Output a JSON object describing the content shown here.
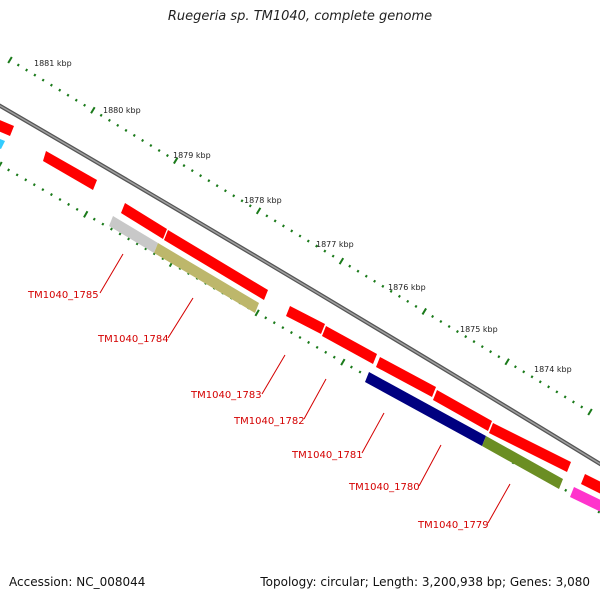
{
  "title": "Ruegeria sp. TM1040, complete genome",
  "footer": {
    "accession": "Accession: NC_008044",
    "summary": "Topology: circular; Length: 3,200,938 bp; Genes: 3,080"
  },
  "scale_labels": [
    "1881 kbp",
    "1880 kbp",
    "1879 kbp",
    "1878 kbp",
    "1877 kbp",
    "1876 kbp",
    "1875 kbp",
    "1874 kbp"
  ],
  "gene_labels": [
    "TM1040_1785",
    "TM1040_1784",
    "TM1040_1783",
    "TM1040_1782",
    "TM1040_1781",
    "TM1040_1780",
    "TM1040_1779"
  ],
  "colors": {
    "forward_cds": "#ff0000",
    "backbone": "#808080",
    "scale_ticks": "#1a7a1a",
    "label_red": "#d40000",
    "gene_1785": "#c8c8c8",
    "gene_1784": "#bdb76b",
    "gene_1781": "#000080",
    "gene_1780": "#6b8e23",
    "rna_magenta": "#ff33cc",
    "cyan_feature": "#33ccff"
  }
}
